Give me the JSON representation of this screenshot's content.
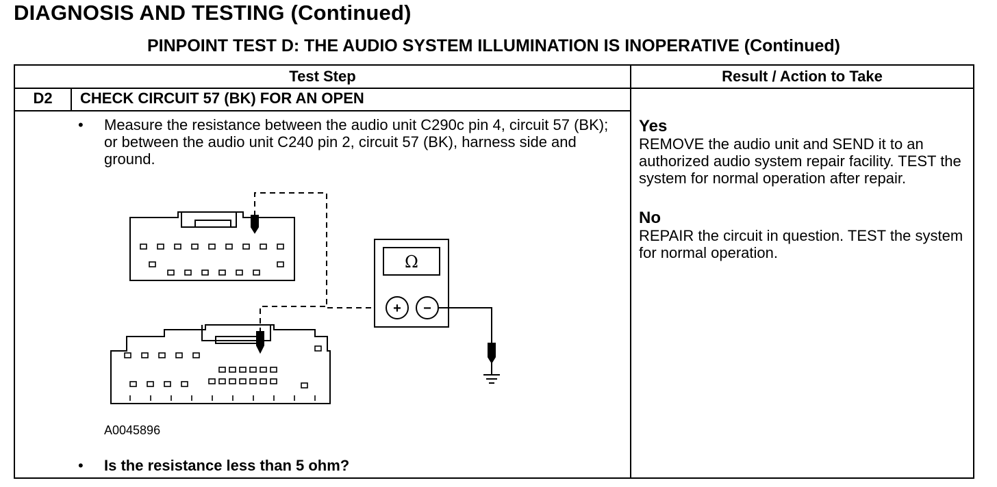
{
  "header": {
    "title": "DIAGNOSIS AND TESTING (Continued)",
    "test_title": "PINPOINT TEST  D: THE AUDIO SYSTEM ILLUMINATION IS INOPERATIVE (Continued)"
  },
  "table": {
    "col_test_step": "Test Step",
    "col_result": "Result / Action to Take"
  },
  "step": {
    "id": "D2",
    "title": "CHECK CIRCUIT 57 (BK) FOR AN OPEN",
    "bullet": "•",
    "instruction": "Measure the resistance between the audio unit C290c pin 4, circuit 57 (BK); or between the audio unit C240 pin 2, circuit 57 (BK), harness side and ground.",
    "figure_id": "A0045896",
    "meter_symbol": "Ω",
    "plus_symbol": "+",
    "minus_symbol": "−",
    "question": "Is the resistance less than 5 ohm?"
  },
  "results": {
    "yes_label": "Yes",
    "yes_text": "REMOVE the audio unit and SEND it to an authorized audio system repair facility. TEST the system for normal operation after repair.",
    "no_label": "No",
    "no_text": "REPAIR the circuit in question. TEST the system for normal operation."
  }
}
